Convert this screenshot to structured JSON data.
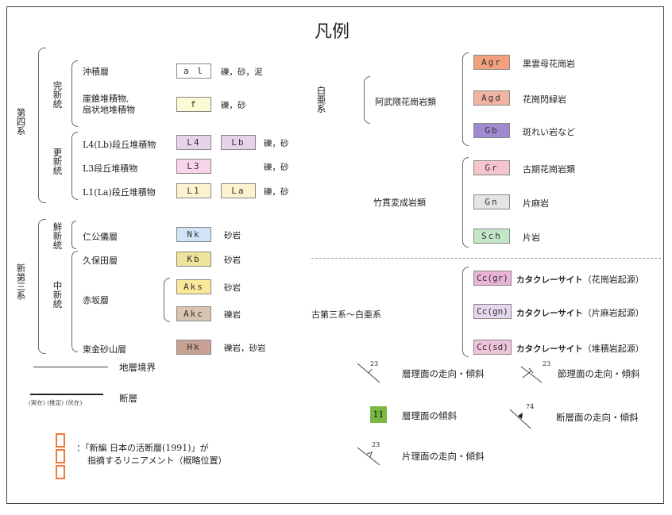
{
  "title": "凡例",
  "left": {
    "quaternary": "第四系",
    "holocene": "完新統",
    "pleistocene": "更新統",
    "neogene": "新第三系",
    "pliocene": "鮮新統",
    "miocene": "中新統",
    "units": [
      {
        "name": "沖積層",
        "code": "a l",
        "rock": "礫，砂，泥",
        "color": "#ffffff"
      },
      {
        "name": "崖錐堆積物,\n扇状地堆積物",
        "code": "f",
        "rock": "礫，砂",
        "color": "#fdfbd6"
      },
      {
        "name": "L4(Lb)段丘堆積物",
        "code": "L4",
        "code2": "Lb",
        "rock": "礫，砂",
        "color": "#e6d3ea"
      },
      {
        "name": "L3段丘堆積物",
        "code": "L3",
        "rock": "礫，砂",
        "color": "#f9d3ea"
      },
      {
        "name": "L1(La)段丘堆積物",
        "code": "L1",
        "code2": "La",
        "rock": "礫，砂",
        "color": "#fbf3cd"
      },
      {
        "name": "仁公儀層",
        "code": "Nk",
        "rock": "砂岩",
        "color": "#cfe5f7"
      },
      {
        "name": "久保田層",
        "code": "Kb",
        "rock": "砂岩",
        "color": "#eee49a"
      },
      {
        "name": "赤坂層",
        "code": "Aks",
        "rock": "砂岩",
        "code_b": "Akc",
        "rock_b": "礫岩",
        "color": "#fbe89a",
        "color_b": "#d9c4b0"
      },
      {
        "name": "東金砂山層",
        "code": "Hk",
        "rock": "礫岩，砂岩",
        "color": "#c8a193"
      }
    ],
    "boundary": "地層境界",
    "fault": "断層",
    "fault_types": "(実在) (推定) (伏在)",
    "lineament_note_1": "：「新編 日本の活断層(1991)」が",
    "lineament_note_2": "指摘するリニアメント（概略位置）"
  },
  "right": {
    "cretaceous": "白亜系",
    "abukuma": "阿武隈花崗岩類",
    "takanuki": "竹貫変成岩類",
    "paleogene_cretaceous": "古第三系～白亜系",
    "units": [
      {
        "code": "Agr",
        "rock": "黒雲母花崗岩",
        "color": "#f2a07e"
      },
      {
        "code": "Agd",
        "rock": "花崗閃緑岩",
        "color": "#f2b4a2"
      },
      {
        "code": "Gb",
        "rock": "斑れい岩など",
        "color": "#9f8ad0"
      },
      {
        "code": "Gr",
        "rock": "古期花崗岩類",
        "color": "#f6c4cc"
      },
      {
        "code": "Gn",
        "rock": "片麻岩",
        "color": "#e4e4e4"
      },
      {
        "code": "Sch",
        "rock": "片岩",
        "color": "#c3e6c7"
      },
      {
        "code": "Cc(gr)",
        "rock": "カタクレーサイト",
        "origin": "（花崗岩起源）",
        "color": "#ebb3d6"
      },
      {
        "code": "Cc(gn)",
        "rock": "カタクレーサイト",
        "origin": "（片麻岩起源）",
        "color": "#e5d6ee"
      },
      {
        "code": "Cc(sd)",
        "rock": "カタクレーサイト",
        "origin": "（堆積岩起源）",
        "color": "#f0c5dc"
      }
    ],
    "symbols": {
      "bedding_strike_dip": "層理面の走向・傾斜",
      "bedding_dip_num": "23",
      "joint_strike_dip": "節理面の走向・傾斜",
      "joint_num": "23",
      "bedding_dip_value": "11",
      "bedding_dip": "層理面の傾斜",
      "fault_plane": "断層面の走向・傾斜",
      "fault_num": "74",
      "schistosity": "片理面の走向・傾斜",
      "schistosity_num": "23"
    },
    "green": "#7ab844",
    "orange": "#f07a3a"
  }
}
